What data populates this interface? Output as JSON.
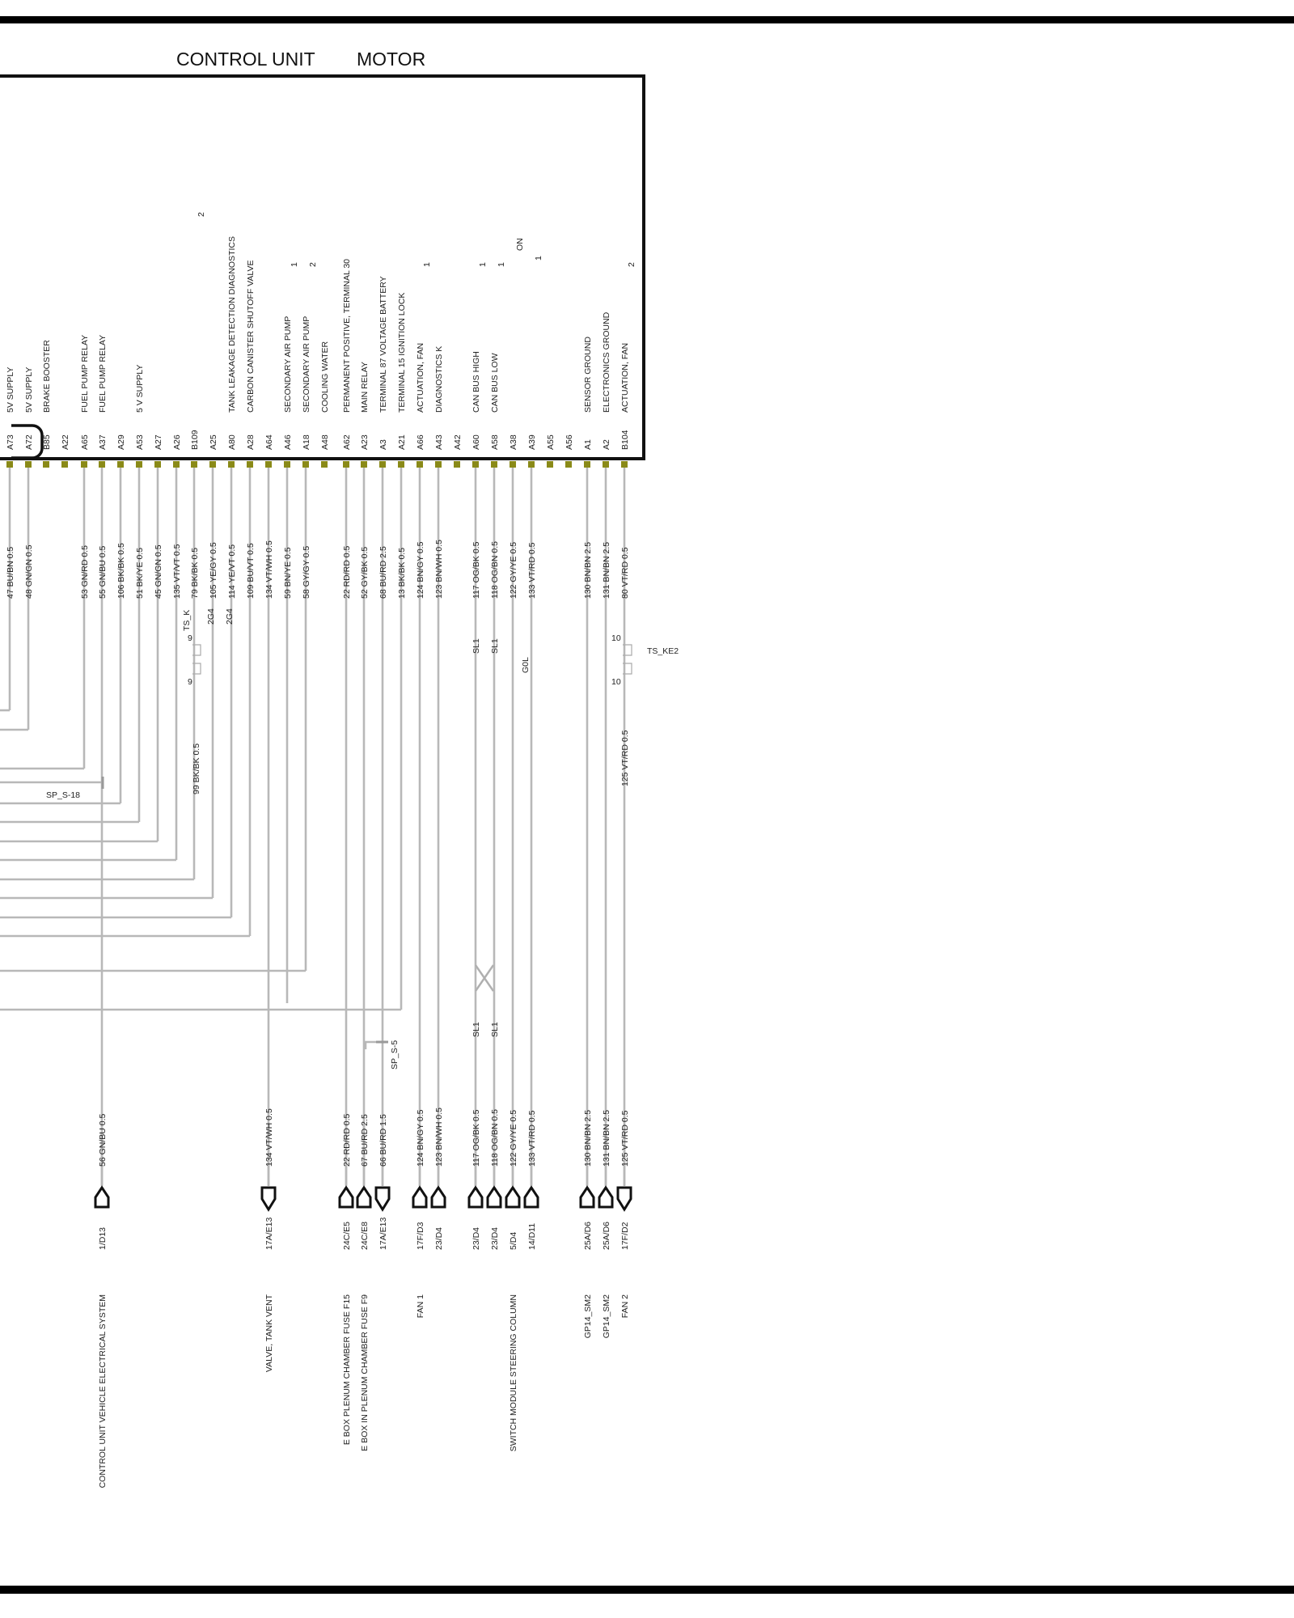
{
  "header": {
    "title_left": "CONTROL UNIT",
    "title_right": "MOTOR"
  },
  "pins": [
    {
      "id": "A73",
      "wire": "47 BU/BN 0.5",
      "desc": "5V SUPPLY"
    },
    {
      "id": "A72",
      "wire": "48 GN/GN 0.5",
      "desc": "5V SUPPLY"
    },
    {
      "id": "B85",
      "desc": "BRAKE BOOSTER"
    },
    {
      "id": "A22"
    },
    {
      "id": "A65",
      "wire": "53 GN/RD 0.5",
      "desc": "FUEL PUMP   RELAY"
    },
    {
      "id": "A37",
      "wire": "55 GN/BU 0.5",
      "desc": "FUEL PUMP   RELAY"
    },
    {
      "id": "A29",
      "wire": "106 BK/BK 0.5"
    },
    {
      "id": "A53",
      "wire": "51 BK/YE 0.5",
      "desc": "5 V SUPPLY"
    },
    {
      "id": "A27",
      "wire": "45 GN/GN 0.5"
    },
    {
      "id": "A26",
      "wire": "135 VT/VT 0.5"
    },
    {
      "id": "B109",
      "wire": "79 BK/BK 0.5",
      "extra": "2"
    },
    {
      "id": "A25",
      "wire": "105 YE/GY 0.5"
    },
    {
      "id": "A80",
      "wire": "114 YE/VT 0.5",
      "desc": "TANK LEAKAGE DETECTION   DIAGNOSTICS"
    },
    {
      "id": "A28",
      "wire": "109 BU/VT 0.5",
      "desc": "CARBON CANISTER SHUTOFF VALVE"
    },
    {
      "id": "A64",
      "wire": "134 VT/WH 0.5"
    },
    {
      "id": "A46",
      "wire": "59 BN/YE 0.5",
      "desc": "SECONDARY AIR PUMP",
      "extra": "1"
    },
    {
      "id": "A18",
      "wire": "58 GY/GY 0.5",
      "desc": "SECONDARY AIR PUMP",
      "extra": "2"
    },
    {
      "id": "A48",
      "desc": "COOLING WATER"
    },
    {
      "id": "A62",
      "wire": "22 RD/RD 0.5",
      "desc": "PERMANENT POSITIVE, TERMINAL 30"
    },
    {
      "id": "A23",
      "wire": "52 GY/BK 0.5",
      "desc": "MAIN RELAY"
    },
    {
      "id": "A3",
      "wire": "68 BU/RD 2.5",
      "desc": "TERMINAL 87    VOLTAGE     BATTERY"
    },
    {
      "id": "A21",
      "wire": "13 BK/BK 0.5",
      "desc": "TERMINAL 15    IGNITION LOCK"
    },
    {
      "id": "A66",
      "wire": "124 BN/GY 0.5",
      "desc": "ACTUATION, FAN",
      "extra": "1"
    },
    {
      "id": "A43",
      "wire": "123 BN/WH 0.5",
      "desc": "DIAGNOSTICS K"
    },
    {
      "id": "A42"
    },
    {
      "id": "A60",
      "wire": "117 OG/BK 0.5",
      "desc": "CAN BUS HIGH",
      "extra": "1"
    },
    {
      "id": "A58",
      "wire": "118 OG/BN 0.5",
      "desc": "CAN BUS LOW",
      "extra": "1"
    },
    {
      "id": "A38",
      "wire": "122 GY/YE 0.5",
      "extra": "ON"
    },
    {
      "id": "A39",
      "wire": "133 VT/RD 0.5",
      "extra": "1"
    },
    {
      "id": "A55"
    },
    {
      "id": "A56"
    },
    {
      "id": "A1",
      "wire": "130 BN/BN 2.5",
      "desc": "SENSOR GROUND"
    },
    {
      "id": "A2",
      "wire": "131 BN/BN 2.5",
      "desc": "ELECTRONICS GROUND"
    },
    {
      "id": "B104",
      "wire": "80 VT/RD 0.5",
      "desc": "ACTUATION, FAN",
      "extra": "2"
    }
  ],
  "connector_labels": {
    "ts_k": "TS_K",
    "ts_k_pin": "9",
    "ts_ke2": "TS_KE2",
    "ts_ke2_pin": "10",
    "sp_s18": "SP_S-18",
    "sp_s5": "SP_S-5",
    "sl1": "SL1",
    "g0l": "G0L",
    "2g4": "2G4",
    "wire_99": "99 BK/BK 0.5",
    "wire_125": "125 VT/RD 0.5"
  },
  "bottom": [
    {
      "wire": "56 GN/BU 0.5",
      "ref": "1/D13",
      "dest1": "CONTROL UNIT    VEHICLE ELECTRICAL SYSTEM"
    },
    {
      "wire": "134 VT/WH 0.5",
      "ref": "17A/E13",
      "dest1": "VALVE, TANK VENT"
    },
    {
      "wire": "22 RD/RD 0.5",
      "ref": "24C/E5",
      "dest1": "E BOX    PLENUM CHAMBER    FUSE F15"
    },
    {
      "wire": "67 BU/RD 2.5",
      "ref": "24C/E8",
      "dest1": "E BOX    IN PLENUM CHAMBER    FUSE F9"
    },
    {
      "wire": "66 BU/RD 1.5",
      "ref": "17A/E13"
    },
    {
      "wire": "124 BN/GY 0.5",
      "ref": "17F/D3",
      "dest1": "FAN 1"
    },
    {
      "wire": "123 BN/WH 0.5",
      "ref": "23/D4"
    },
    {
      "wire": "117 OG/BK 0.5",
      "ref": "23/D4"
    },
    {
      "wire": "118 OG/BN 0.5",
      "ref": "23/D4"
    },
    {
      "wire": "122 GY/YE 0.5",
      "ref": "5/D4",
      "dest1": "SWITCH MODULE    STEERING COLUMN"
    },
    {
      "wire": "133 VT/RD 0.5",
      "ref": "14/D11"
    },
    {
      "wire": "130 BN/BN 2.5",
      "ref": "25A/D6",
      "dest1": "GP14_SM2"
    },
    {
      "wire": "131 BN/BN 2.5",
      "ref": "25A/D6",
      "dest1": "GP14_SM2"
    },
    {
      "wire": "125 VT/RD 0.5",
      "ref": "17F/D2",
      "dest1": "FAN 2"
    }
  ]
}
